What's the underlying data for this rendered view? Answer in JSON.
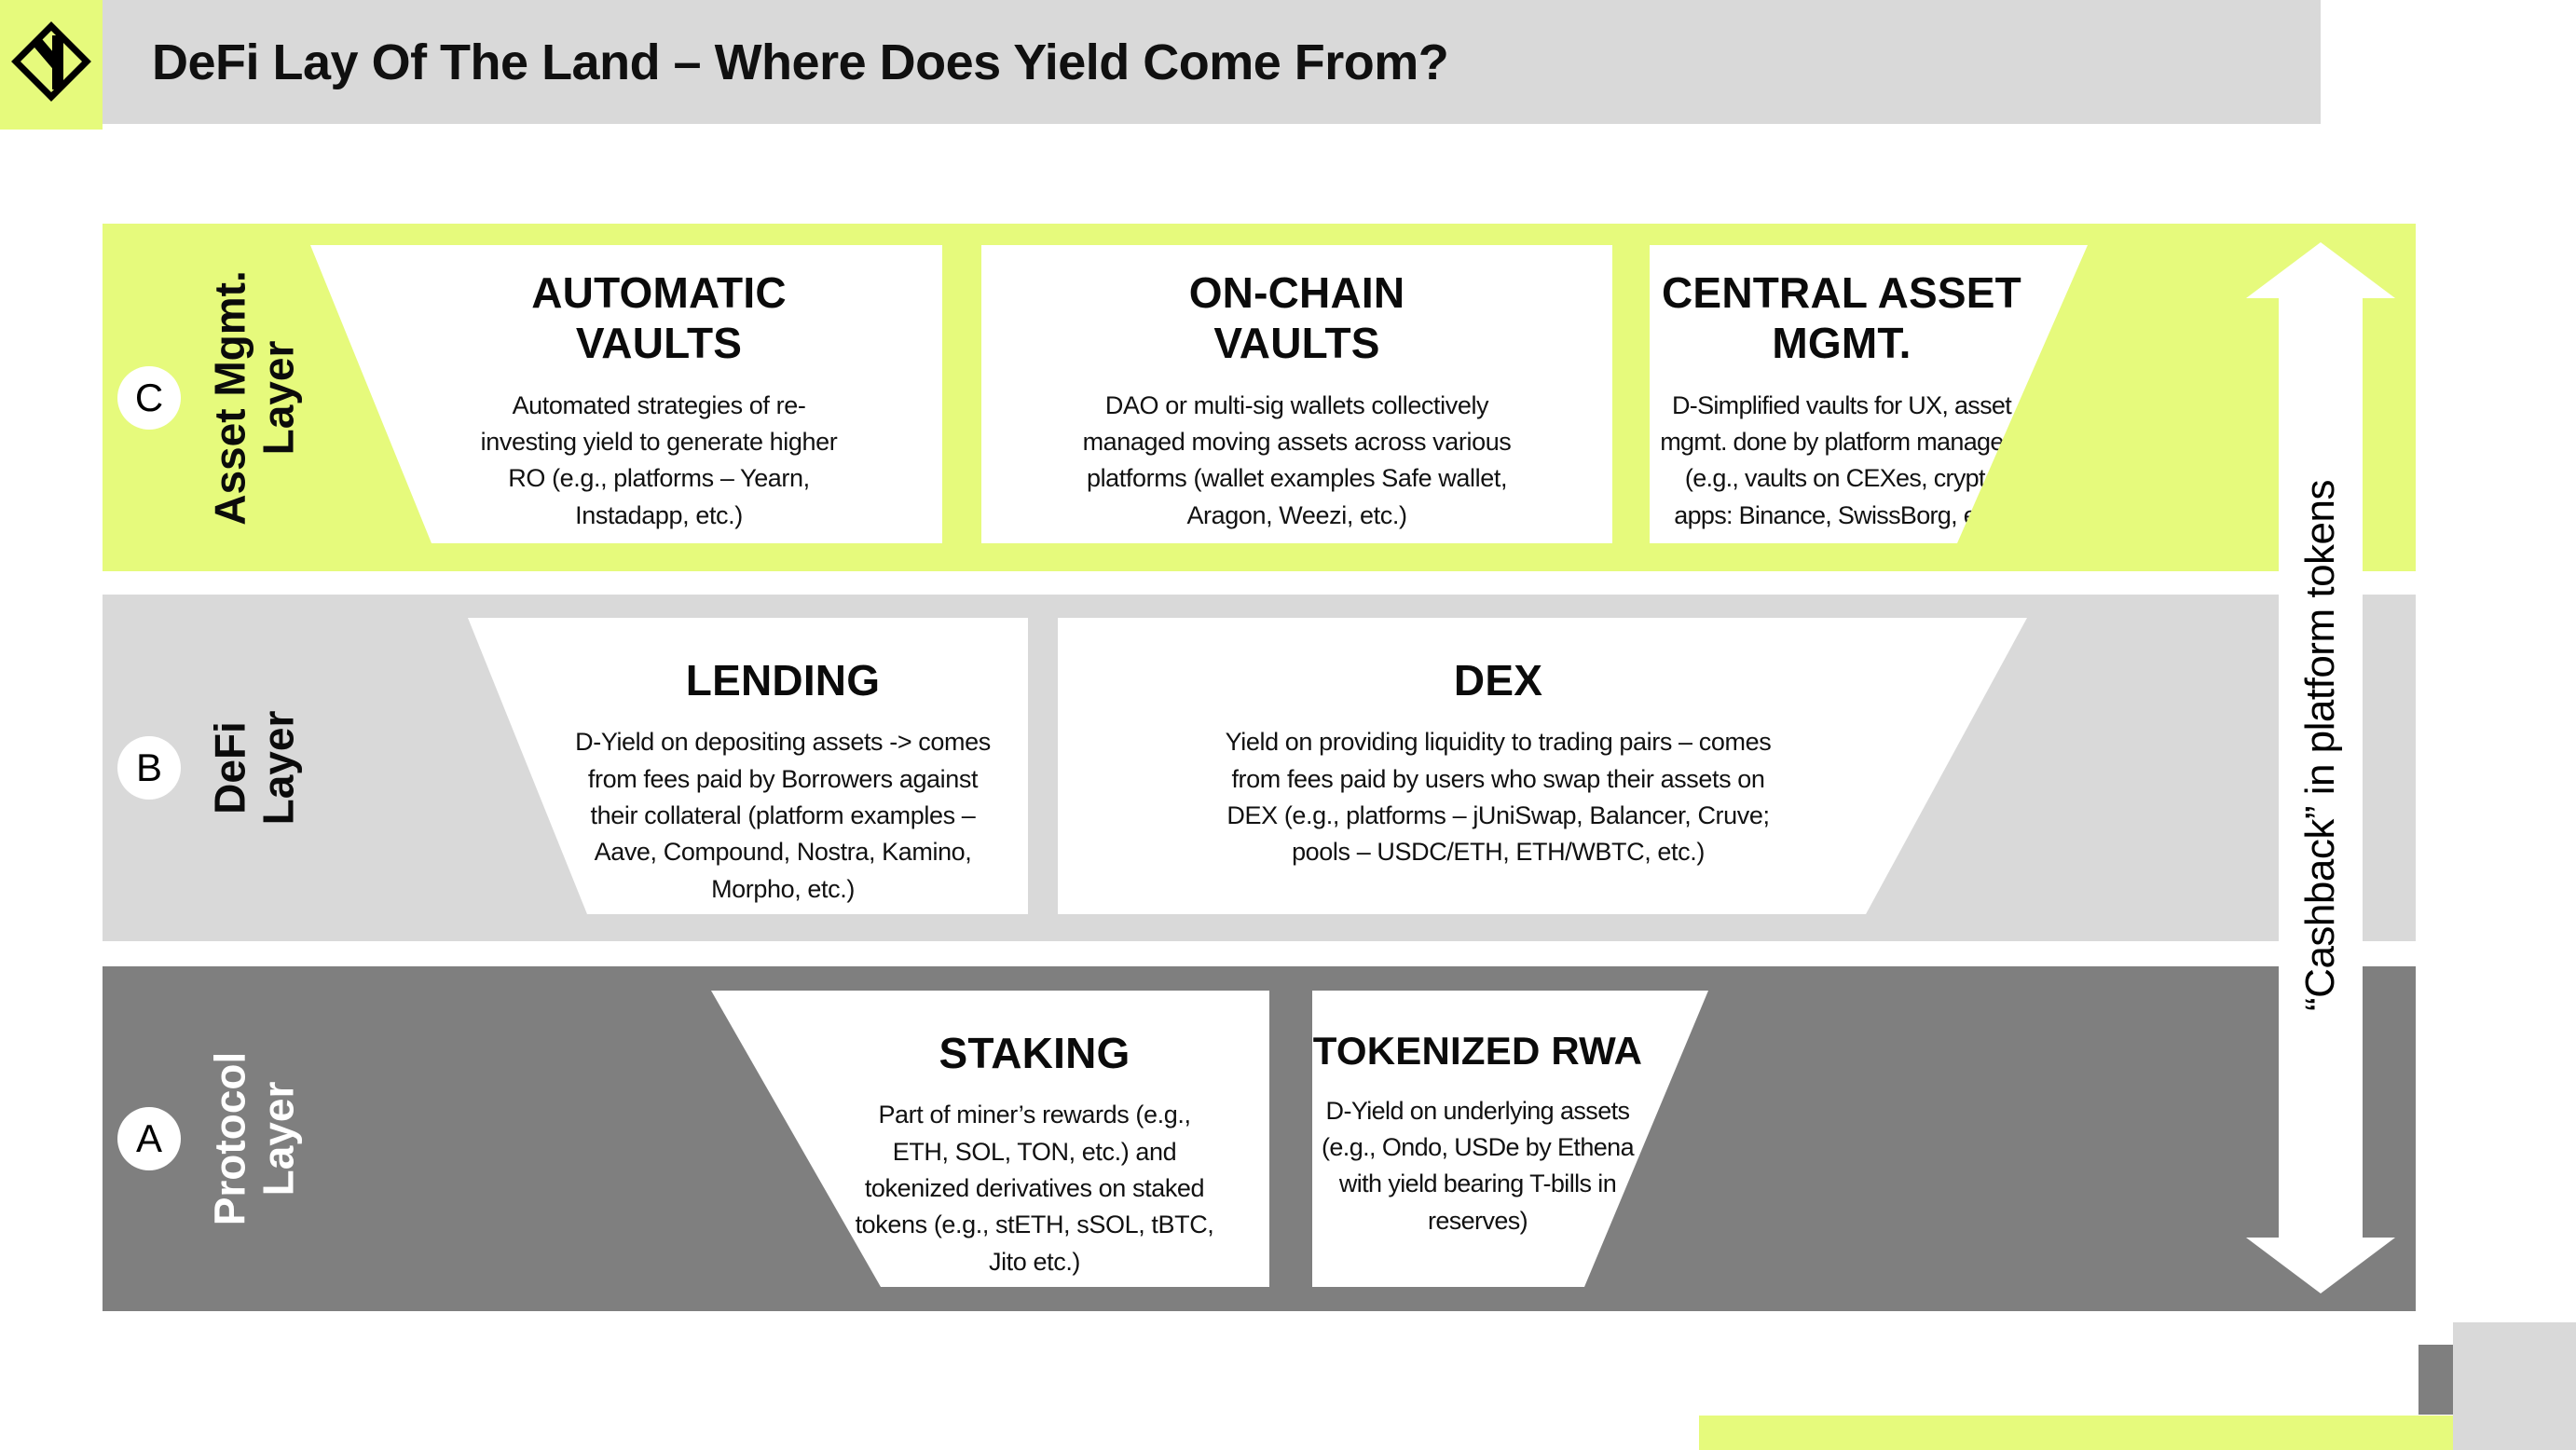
{
  "colors": {
    "accent_yellow": "#E6FA7C",
    "light_gray": "#D9D9D9",
    "dark_gray": "#7F7F7F",
    "box_white": "#FFFFFF",
    "text_black": "#0D0D0D"
  },
  "header": {
    "title": "DeFi Lay Of The Land – Where Does Yield Come From?",
    "logo_icon": "diamond-road-sign-icon"
  },
  "arrow": {
    "label": "“Cashback” in platform tokens"
  },
  "layers": [
    {
      "badge": "C",
      "label_line1": "Asset Mgmt.",
      "label_line2": "Layer",
      "boxes": [
        {
          "title": "AUTOMATIC VAULTS",
          "body": "Automated strategies of re-investing yield to generate higher RO (e.g., platforms – Yearn, Instadapp, etc.)"
        },
        {
          "title": "ON-CHAIN VAULTS",
          "body": "DAO or multi-sig wallets collectively managed moving assets across various platforms (wallet examples Safe wallet, Aragon, Weezi, etc.)"
        },
        {
          "title": "CENTRAL ASSET MGMT.",
          "body": "D-Simplified vaults for UX, asset mgmt. done by platform managers (e.g., vaults on CEXes, crypto apps: Binance, SwissBorg, etc.)"
        }
      ]
    },
    {
      "badge": "B",
      "label_line1": "DeFi",
      "label_line2": "Layer",
      "boxes": [
        {
          "title": "LENDING",
          "body": "D-Yield on depositing assets -> comes from fees paid by Borrowers against their collateral (platform examples – Aave, Compound, Nostra, Kamino, Morpho, etc.)"
        },
        {
          "title": "DEX",
          "body": "Yield on providing liquidity to trading pairs – comes from fees paid by users who swap their assets on DEX (e.g., platforms – jUniSwap, Balancer, Cruve; pools – USDC/ETH, ETH/WBTC, etc.)"
        }
      ]
    },
    {
      "badge": "A",
      "label_line1": "Protocol",
      "label_line2": "Layer",
      "boxes": [
        {
          "title": "STAKING",
          "body": "Part of miner’s rewards (e.g., ETH, SOL, TON, etc.) and tokenized derivatives on staked tokens (e.g., stETH, sSOL, tBTC, Jito etc.)"
        },
        {
          "title": "TOKENIZED RWA",
          "body": "D-Yield on underlying assets (e.g., Ondo, USDe by Ethena with yield bearing T-bills in reserves)"
        }
      ]
    }
  ]
}
